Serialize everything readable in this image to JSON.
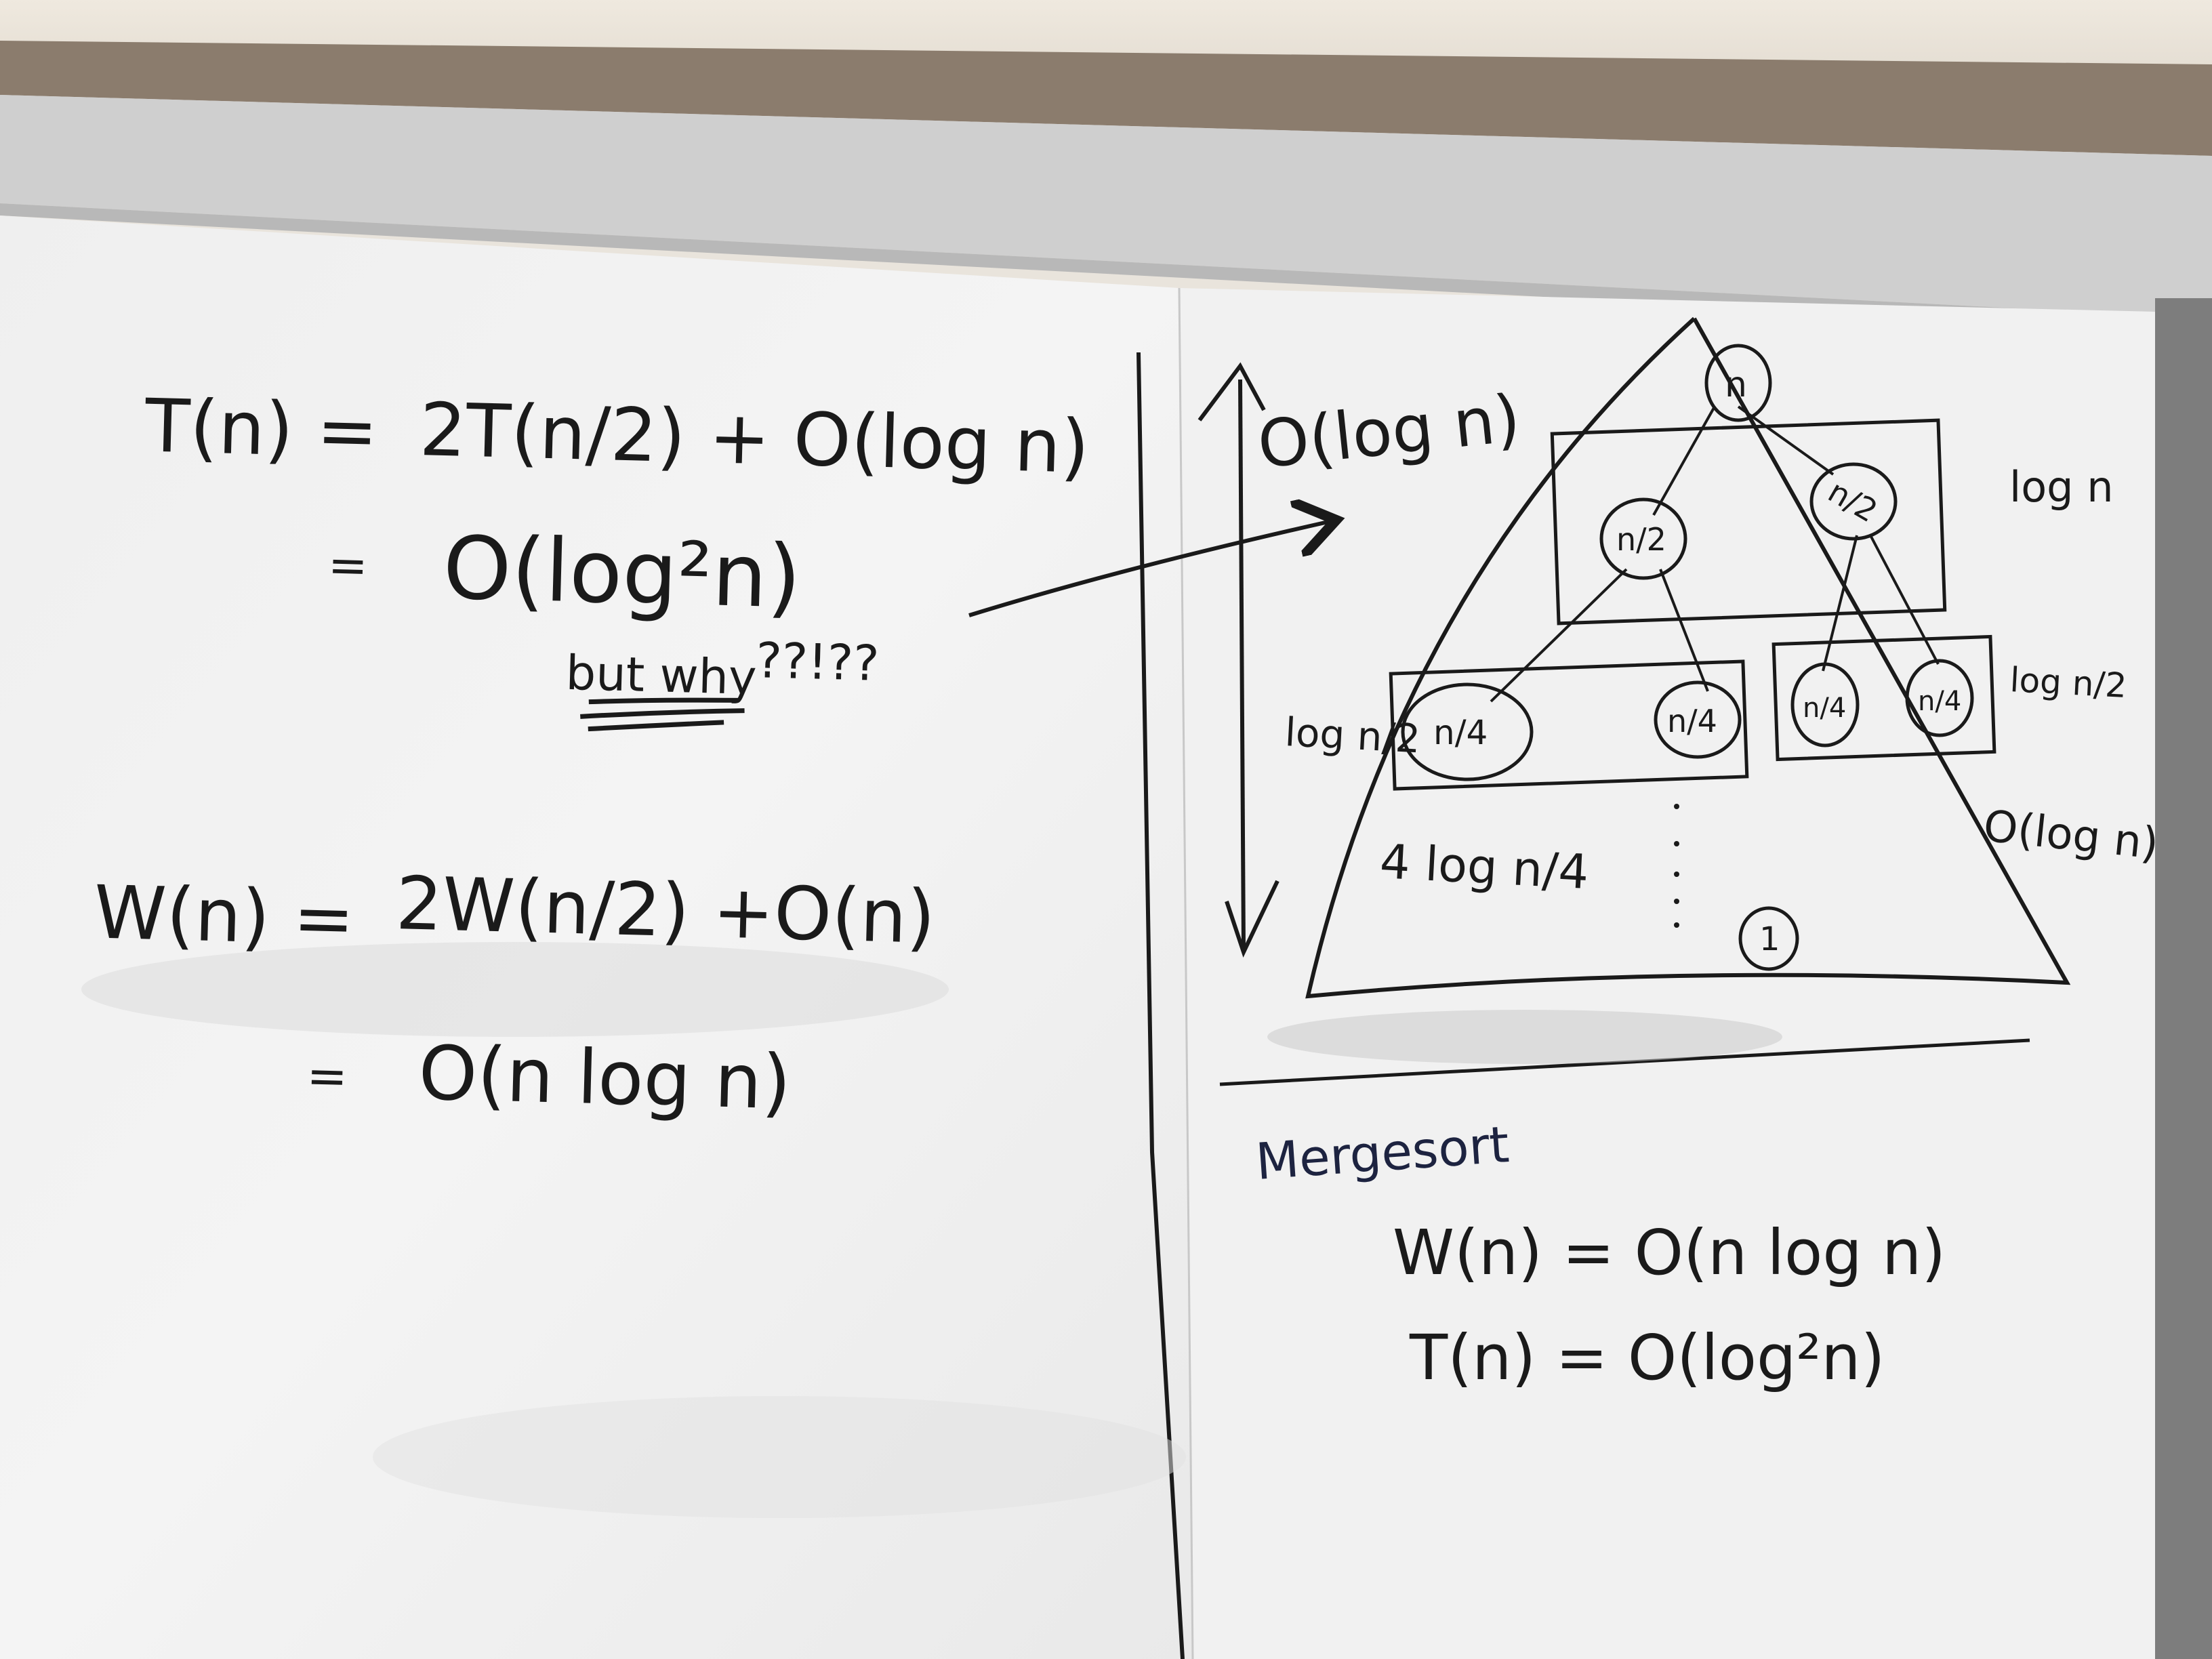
{
  "colors": {
    "wall": "#e6e0d6",
    "tray": "#8a7a6c",
    "frame": "#c9c9c9",
    "board": "#f2f2f2",
    "ink": "#1a1a1a",
    "blue_ink": "#1d2340"
  },
  "left_board": {
    "recurrence_t": {
      "lhs": "T(n) =",
      "rhs": "2T(n/2) + O(log n)",
      "result_eq": "=",
      "result": "O(log²n)",
      "note": "but why",
      "note_marks": "??!??"
    },
    "recurrence_w": {
      "lhs": "W(n) =",
      "rhs": "2W(n/2)  +O(n)",
      "result_eq": "=",
      "result": "O(n log n)"
    }
  },
  "right_board": {
    "depth_label": "O(log n)",
    "tree": {
      "root": "n",
      "level1": [
        "n/2",
        "n/2"
      ],
      "level2": [
        "n/4",
        "n/4",
        "n/4",
        "n/4"
      ],
      "leaf": "1"
    },
    "level_costs": {
      "top": "log n",
      "middle_right": "log n/2",
      "middle_left": "log n/2",
      "inside": "4 log n/4",
      "right_edge": "O(log n)"
    },
    "summary": {
      "title": "Mergesort",
      "work": "W(n) = O(n log n)",
      "span": "T(n) = O(log²n)"
    }
  }
}
